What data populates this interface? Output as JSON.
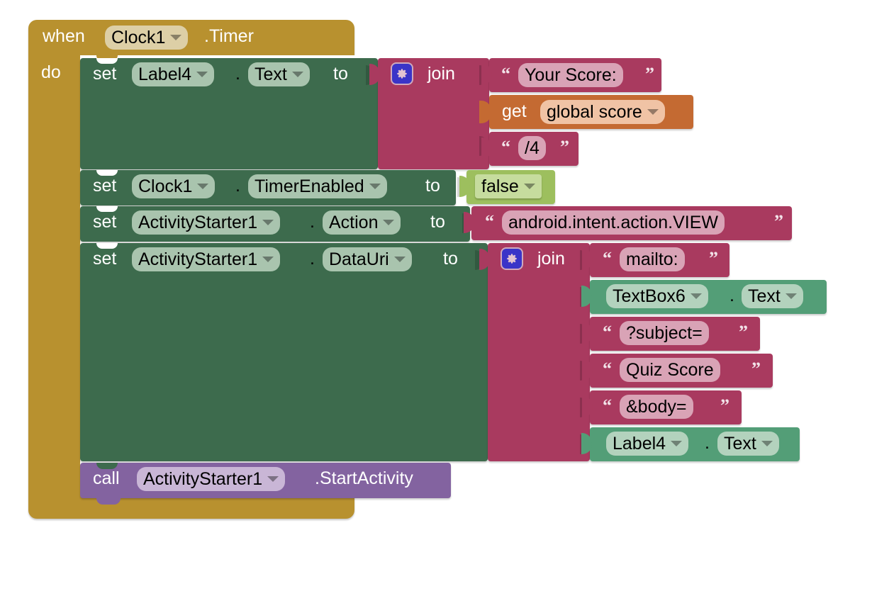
{
  "editor": {
    "name": "MIT App Inventor Blocks Editor",
    "background": "#ffffff"
  },
  "colors": {
    "event_gold": "#b8912f",
    "setter_green": "#3d6b4d",
    "getter_green": "#539e77",
    "text_magenta": "#a93a5f",
    "variable_orange": "#c46a32",
    "logic_olive": "#9dbf5e",
    "procedure_purple": "#8363a0",
    "mutator_blue": "#3a34c8"
  },
  "event_block": {
    "keyword": "when",
    "component": "Clock1",
    "event": ".Timer",
    "body_label": "do"
  },
  "statements": [
    {
      "keyword": "set",
      "component": "Label4",
      "property": "Text",
      "connector": "to",
      "value_kind": "join"
    },
    {
      "keyword": "set",
      "component": "Clock1",
      "property": "TimerEnabled",
      "connector": "to",
      "value_kind": "logic",
      "value": "false"
    },
    {
      "keyword": "set",
      "component": "ActivityStarter1",
      "property": "Action",
      "connector": "to",
      "value_kind": "text",
      "value": "android.intent.action.VIEW"
    },
    {
      "keyword": "set",
      "component": "ActivityStarter1",
      "property": "DataUri",
      "connector": "to",
      "value_kind": "join"
    }
  ],
  "join_one": {
    "label": "join",
    "mutator_icon": "gear-icon",
    "args": [
      {
        "kind": "text",
        "value": "Your Score:"
      },
      {
        "kind": "getter",
        "keyword": "get",
        "variable": "global score"
      },
      {
        "kind": "text",
        "value": "/4"
      }
    ]
  },
  "join_two": {
    "label": "join",
    "mutator_icon": "gear-icon",
    "args": [
      {
        "kind": "text",
        "value": "mailto:"
      },
      {
        "kind": "component",
        "component": "TextBox6",
        "property": "Text"
      },
      {
        "kind": "text",
        "value": "?subject="
      },
      {
        "kind": "text",
        "value": "Quiz Score"
      },
      {
        "kind": "text",
        "value": "&body="
      },
      {
        "kind": "component",
        "component": "Label4",
        "property": "Text"
      }
    ]
  },
  "call_block": {
    "keyword": "call",
    "component": "ActivityStarter1",
    "method": ".StartActivity"
  },
  "glyphs": {
    "open_quote": "“",
    "close_quote": "”",
    "dot": "."
  }
}
